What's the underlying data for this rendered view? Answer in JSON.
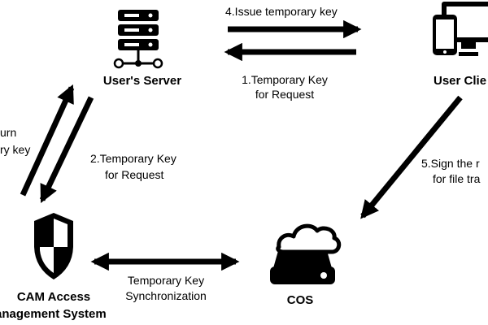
{
  "diagram": {
    "nodes": {
      "server": {
        "label": "User's Server",
        "icon": "server-icon"
      },
      "client": {
        "label": "User Clie",
        "icon": "devices-icon"
      },
      "cam": {
        "label_line1": "CAM Access",
        "label_line2": "anagement System",
        "icon": "shield-icon"
      },
      "cos": {
        "label": "COS",
        "icon": "cloud-storage-icon"
      }
    },
    "edges": {
      "e1": {
        "line1": "1.Temporary Key",
        "line2": "for Request"
      },
      "e2": {
        "line1": "2.Temporary Key",
        "line2": "for Request"
      },
      "e3": {
        "line1": "urn",
        "line2": "ry key"
      },
      "e4": {
        "line1": "4.Issue temporary key"
      },
      "e5": {
        "line1": "5.Sign the r",
        "line2": "for file tra"
      },
      "e6": {
        "line1": "Temporary Key",
        "line2": "Synchronization"
      }
    },
    "colors": {
      "ink": "#000000",
      "background": "#ffffff"
    }
  }
}
